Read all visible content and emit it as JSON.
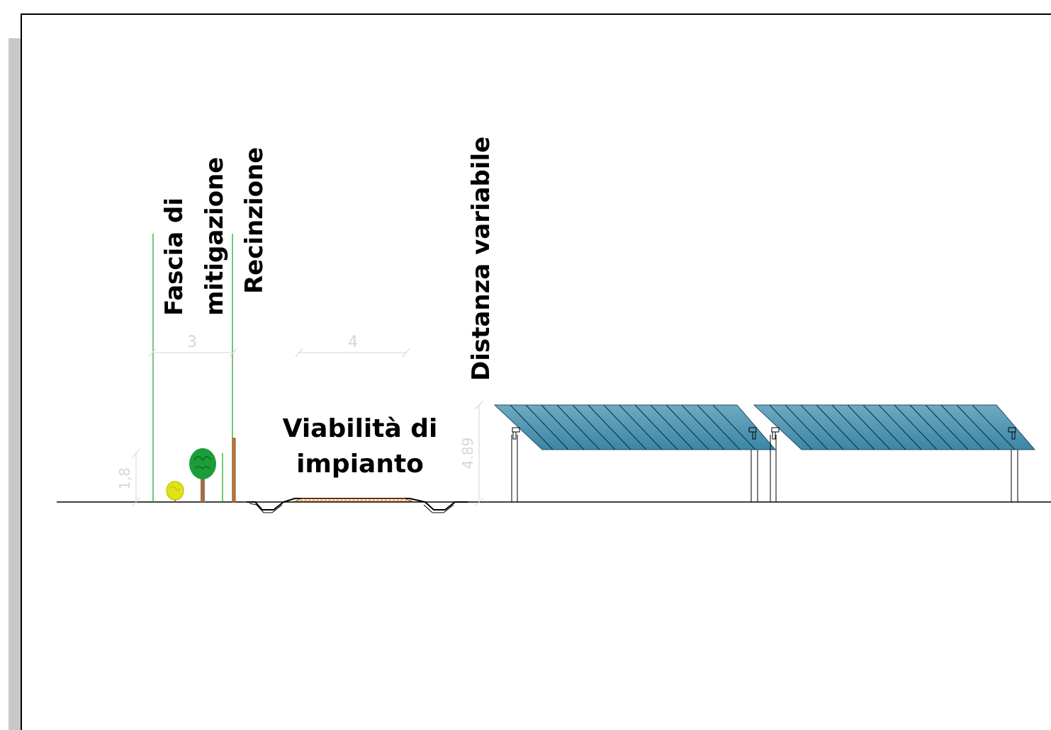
{
  "labels": {
    "fascia_line1": "Fascia di",
    "fascia_line2": "mitigazione",
    "recinzione": "Recinzione",
    "distanza": "Distanza variabile",
    "viabilita_line1": "Viabilità di",
    "viabilita_line2": "impianto"
  },
  "dimensions": {
    "fascia_width": "3",
    "road_width": "4",
    "fence_height": "1,8",
    "panel_height": "4.89"
  },
  "colors": {
    "panel_fill": "#3b87a6",
    "panel_light": "#6fa9c2",
    "mitigation_line": "#1aa11a",
    "fence": "#b5651d",
    "tree_canopy": "#1a9e3a",
    "shrub": "#e3e21a",
    "road_fill": "#d98a3a",
    "dimension": "#d6d6d6"
  }
}
